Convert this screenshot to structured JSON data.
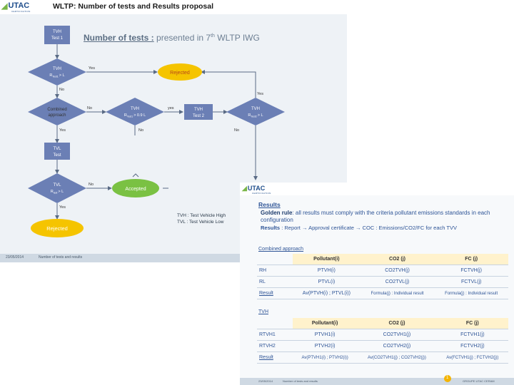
{
  "slide1": {
    "logo_mark": "◢",
    "logo_text": "UTAC",
    "logo_sub": "CERTIFICATION",
    "title": "WLTP: Number of tests and Results proposal",
    "number_of_tests_label": "Number of tests :",
    "number_of_tests_text": "presented in 7",
    "number_of_tests_sup": "th",
    "number_of_tests_text2": " WLTP IWG",
    "flow": {
      "start_l1": "TVH",
      "start_l2": "Test 1",
      "d1_l1": "TVH",
      "d1_l2": "R",
      "d1_l2_sub": "Test1",
      "d1_l2_end": "> L",
      "d1_yes": "Yes",
      "rejected1": "Rejected",
      "d1_no": "No",
      "d2_l1": "Combined",
      "d2_l2": "approach",
      "d2_no": "No",
      "d3_l1": "TVH",
      "d3_l2": "R",
      "d3_l2_sub": "Test1",
      "d3_l2_end": "> 0.9 L",
      "d3_yes": "yes",
      "d3_no": "No",
      "test2_l1": "TVH",
      "test2_l2": "Test 2",
      "right_yes": "Yes",
      "d4_l1": "TVH",
      "d4_l2": "R",
      "d4_l2_sub": "Test2",
      "d4_l2_end": "> L",
      "d4_no": "No",
      "d2_yes": "Yes",
      "tvl_l1": "TVL",
      "tvl_l2": "Test",
      "d5_l1": "TVL",
      "d5_l2": "R",
      "d5_l2_sub": "test",
      "d5_l2_end": "> L",
      "d5_no": "No",
      "accepted": "Accepted",
      "d5_yes": "Yes",
      "rejected2": "Rejected"
    },
    "def_tvh": "TVH : Test Vehicle High",
    "def_tvl": "TVL : Test Vehicle Low",
    "footer_date": "23/05/2014",
    "footer_title": "Number of tests and results"
  },
  "slide2": {
    "logo_mark": "◢",
    "logo_text": "UTAC",
    "logo_sub": "CERTIFICATION",
    "results_title": "Results",
    "golden_bold": "Golden rule",
    "golden_text": ": all results must comply with the criteria pollutant emissions standards in each configuration",
    "results_bold": "Results",
    "results_text": ": Report → Approval certificate → COC : Emissions/CO2/FC for each TVV",
    "combined_title": "Combined approach",
    "tvh_title": "TVH",
    "combined_table": {
      "headers": [
        "",
        "Pollutant(i)",
        "CO2 (j)",
        "FC (j)"
      ],
      "rows": [
        [
          "RH",
          "PTVH(i)",
          "CO2TVH(j)",
          "FCTVH(j)"
        ],
        [
          "RL",
          "PTVL(i)",
          "CO2TVL(j)",
          "FCTVL(j)"
        ],
        [
          "Result",
          "Av(PTVH(i) ; PTVL(i))",
          "Formula(j) : Individual result",
          "Formula(j) : Individual result"
        ]
      ]
    },
    "tvh_table": {
      "headers": [
        "",
        "Pollutant(i)",
        "CO2 (j)",
        "FC (j)"
      ],
      "rows": [
        [
          "RTVH1",
          "PTVH1(i)",
          "CO2TVH1(j)",
          "FCTVH1(j)"
        ],
        [
          "RTVH2",
          "PTVH2(i)",
          "CO2TVH2(j)",
          "FCTVH2(j)"
        ],
        [
          "Result",
          "Av(PTVH1(i) ; PTVH2(i))",
          "Av(CO2TVH1(j) ; CO2TVH2(j))",
          "Av(FCTVH1(j) ; FCTVH2(j))"
        ]
      ]
    },
    "page_number": "1",
    "footer_date": "23/05/2014",
    "footer_title": "Number of tests and results",
    "footer_right": "GROUPE UTAC CERAM"
  },
  "colors": {
    "diamond": "#6b7fb5",
    "box": "#6b7fb5",
    "rejected": "#f5c400",
    "accepted": "#7ac143",
    "text_blue": "#2f5597",
    "header_yellow": "#fff2cc"
  }
}
